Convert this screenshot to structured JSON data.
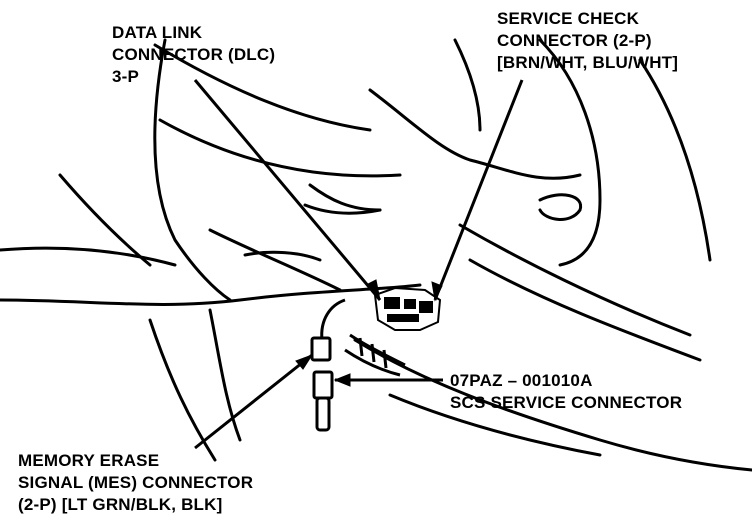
{
  "labels": {
    "dlc": {
      "line1": "DATA LINK",
      "line2": "CONNECTOR (DLC)",
      "line3": "3-P"
    },
    "scc": {
      "line1": "SERVICE CHECK",
      "line2": "CONNECTOR (2-P)",
      "line3": "[BRN/WHT, BLU/WHT]"
    },
    "scs": {
      "line1": "07PAZ – 001010A",
      "line2": "SCS SERVICE CONNECTOR"
    },
    "mes": {
      "line1": "MEMORY ERASE",
      "line2": "SIGNAL (MES) CONNECTOR",
      "line3": "(2-P) [LT GRN/BLK, BLK]"
    }
  }
}
